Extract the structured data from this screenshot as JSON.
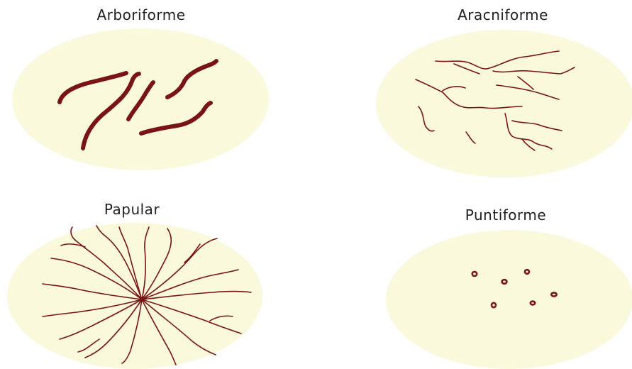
{
  "labels": {
    "arboriforme": "Arboriforme",
    "aracniforme": "Aracniforme",
    "papular": "Papular",
    "puntiforme": "Puntiforme"
  },
  "colors": {
    "background": "#ffffff",
    "disc_fill": "#fbf9dc",
    "vessel": "#7a1414",
    "text": "#222222"
  }
}
